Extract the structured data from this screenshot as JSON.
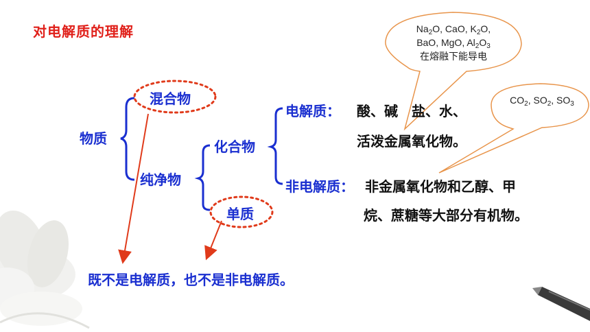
{
  "title": "对电解质的理解",
  "tree": {
    "root": "物质",
    "mixture": "混合物",
    "pure": "纯净物",
    "compound": "化合物",
    "element": "单质",
    "electrolyte_label": "电解质：",
    "electrolyte_items_line1": "酸、碱　盐、水、",
    "electrolyte_items_line2": "活泼金属氧化物。",
    "nonelectrolyte_label": "非电解质：",
    "nonelectrolyte_line1": "非金属氧化物和乙醇、甲",
    "nonelectrolyte_line2": "烷、蔗糖等大部分有机物。"
  },
  "conclusion": "既不是电解质，也不是非电解质。",
  "callout_top": {
    "line1": [
      "Na",
      "2",
      "O, CaO, K",
      "2",
      "O,"
    ],
    "line2": [
      "BaO, MgO, Al",
      "2",
      "O",
      "3"
    ],
    "line3": "在熔融下能导电"
  },
  "callout_right": {
    "parts": [
      "CO",
      "2",
      ", SO",
      "2",
      ", SO",
      "3"
    ]
  },
  "colors": {
    "title": "#e0201a",
    "tree_text": "#1a2fd0",
    "item_text": "#111111",
    "arrow": "#e03a1a",
    "callout_border": "#e8944a"
  }
}
